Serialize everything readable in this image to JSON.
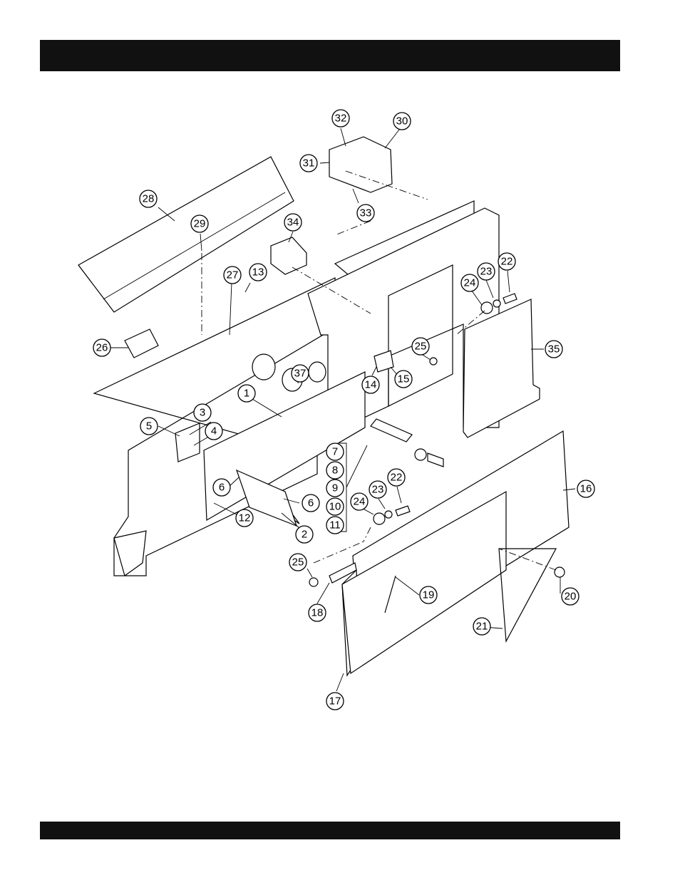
{
  "header_bar": {
    "color": "#111111"
  },
  "footer_bar": {
    "color": "#111111"
  },
  "callouts": [
    "1",
    "2",
    "3",
    "4",
    "5",
    "6",
    "6",
    "7",
    "8",
    "9",
    "10",
    "11",
    "12",
    "13",
    "14",
    "15",
    "16",
    "17",
    "18",
    "19",
    "20",
    "21",
    "22",
    "22",
    "23",
    "23",
    "24",
    "24",
    "25",
    "25",
    "26",
    "27",
    "28",
    "29",
    "30",
    "31",
    "32",
    "33",
    "34",
    "35",
    "37"
  ]
}
